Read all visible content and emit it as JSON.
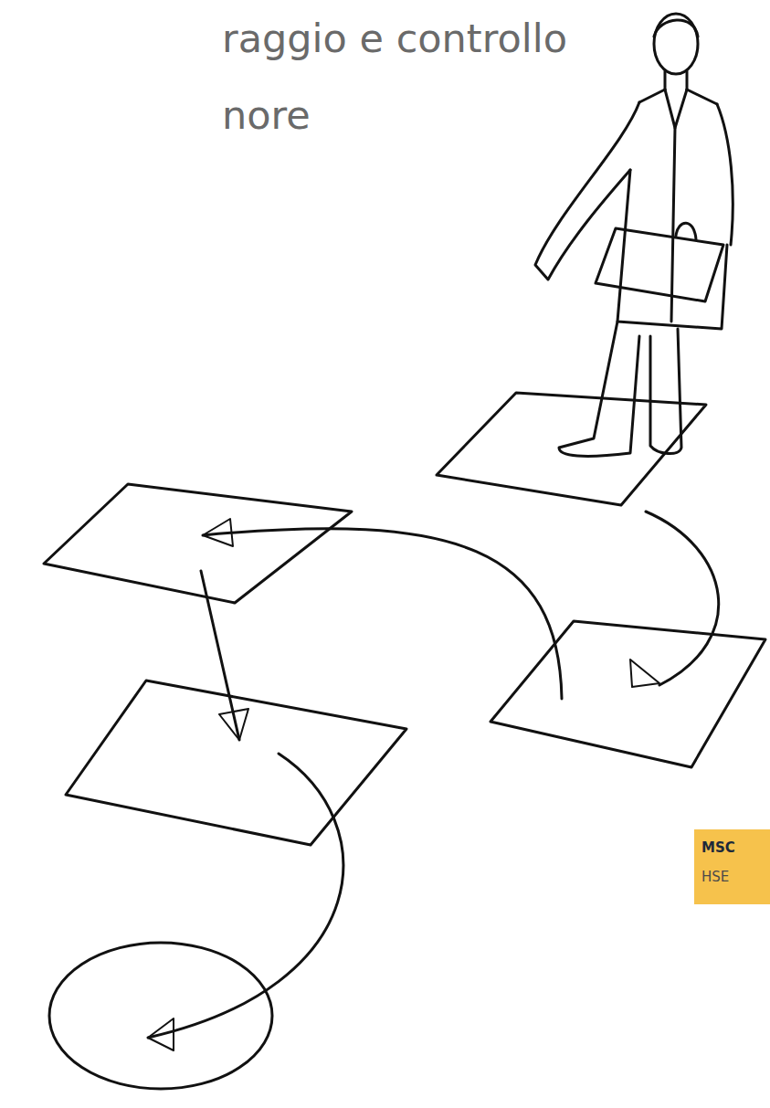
{
  "diagram": {
    "title": "raggio e controllo nore",
    "nodes": [
      {
        "text": [
          "MSC",
          "HSE"
        ]
      }
    ]
  }
}
